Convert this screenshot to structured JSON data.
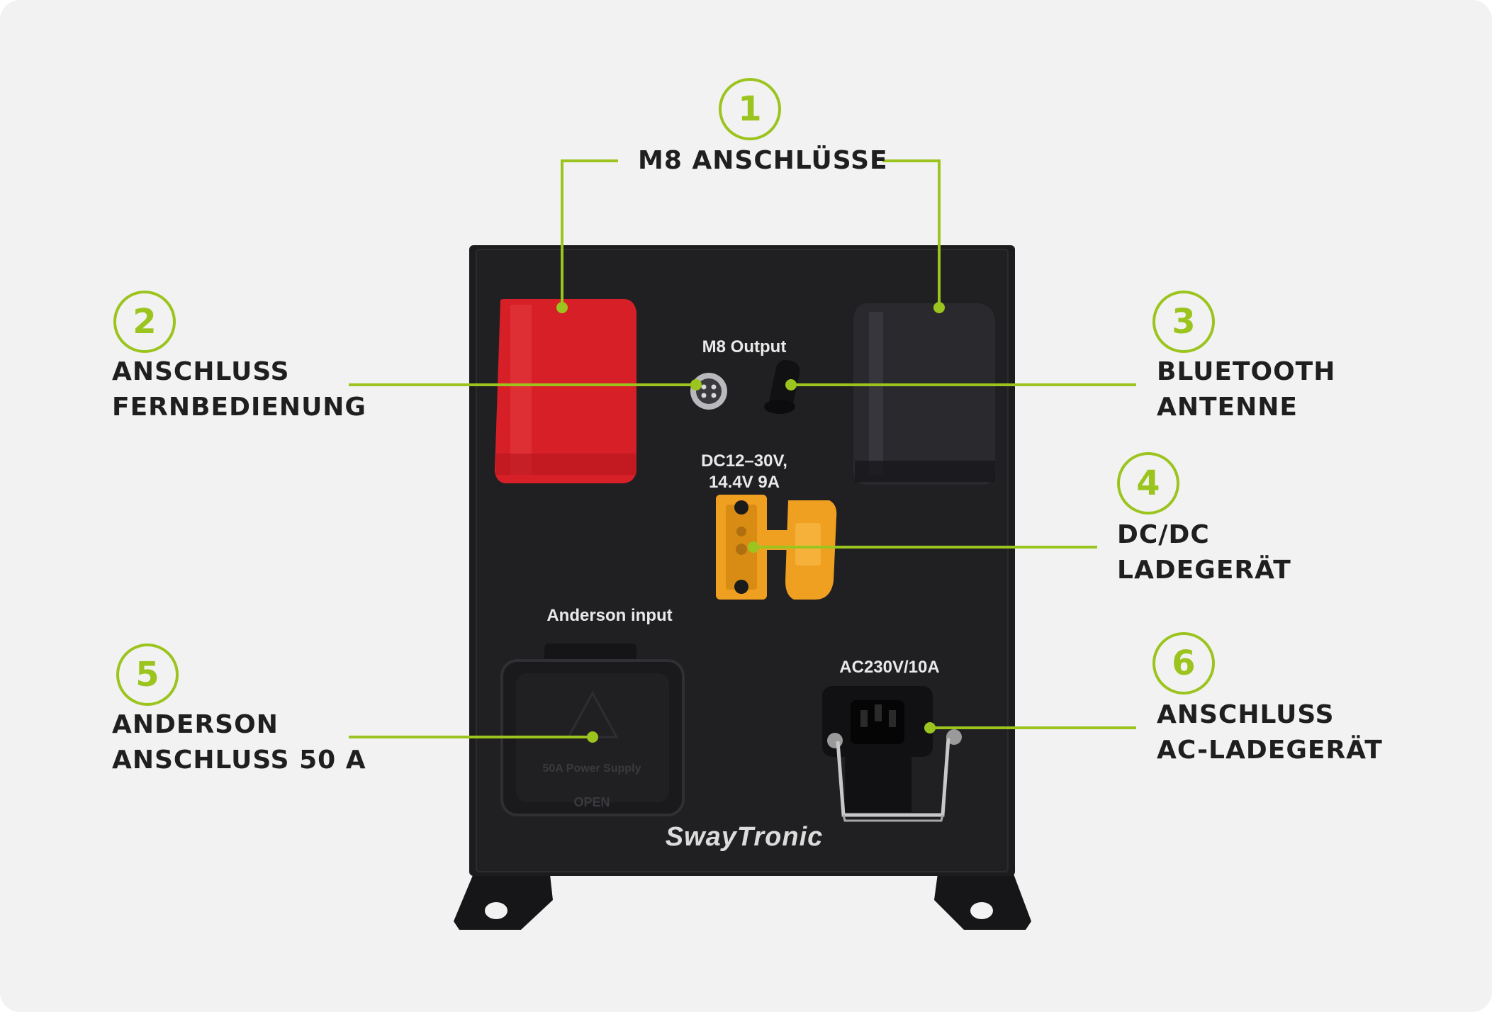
{
  "callouts": [
    {
      "number": "1",
      "line1": "M8 ANSCHLÜSSE",
      "line2": ""
    },
    {
      "number": "2",
      "line1": "ANSCHLUSS",
      "line2": "FERNBEDIENUNG"
    },
    {
      "number": "3",
      "line1": "BLUETOOTH",
      "line2": "ANTENNE"
    },
    {
      "number": "4",
      "line1": "DC/DC",
      "line2": "LADEGERÄT"
    },
    {
      "number": "5",
      "line1": "ANDERSON",
      "line2": "ANSCHLUSS 50 A"
    },
    {
      "number": "6",
      "line1": "ANSCHLUSS",
      "line2": "AC-LADEGERÄT"
    }
  ],
  "device": {
    "m8_label": "M8 Output",
    "dc_label_line1": "DC12–30V,",
    "dc_label_line2": "14.4V 9A",
    "anderson_label": "Anderson input",
    "ac_label": "AC230V/10A",
    "brand": "SwayTronic",
    "anderson_cover_text": "50A Power Supply",
    "anderson_open_text": "OPEN"
  },
  "colors": {
    "accent": "#9cc41e",
    "device_body": "#1c1c1e",
    "red_cap": "#d61f26",
    "black_cap": "#232326",
    "xt60": "#f0a020",
    "background": "#f2f2f2"
  },
  "icons": [
    "lightning-warning-icon"
  ]
}
